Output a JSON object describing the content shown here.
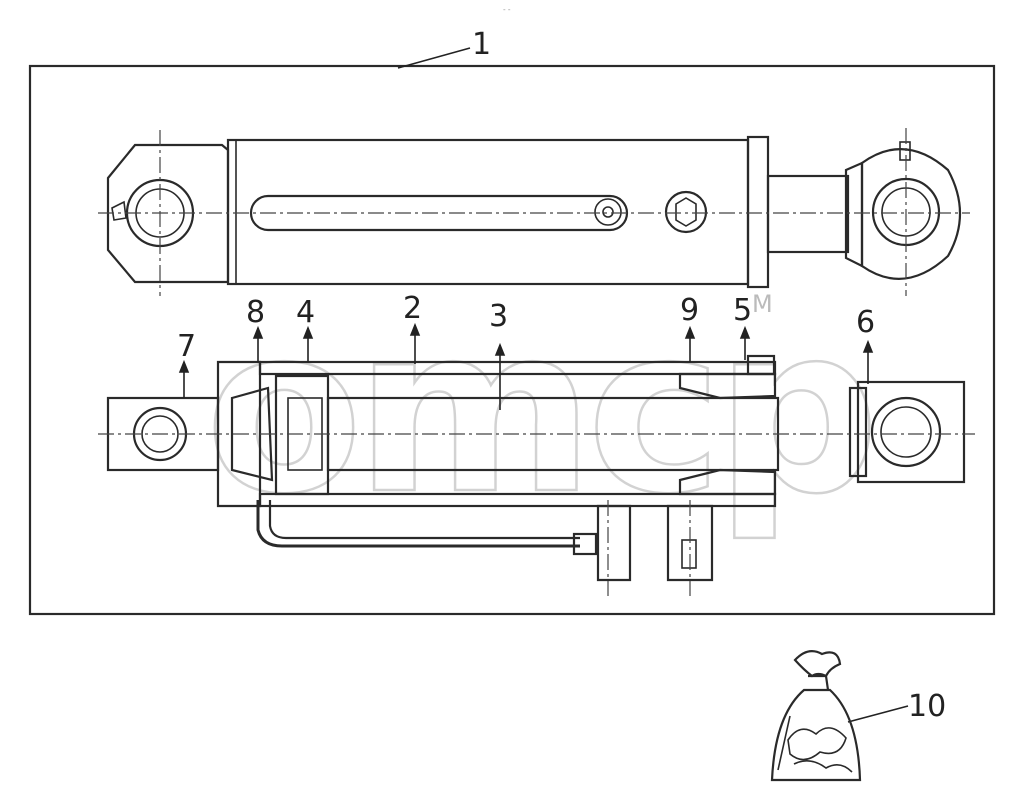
{
  "diagram": {
    "callouts": {
      "c1": "1",
      "c2": "2",
      "c3": "3",
      "c4": "4",
      "c5": "5",
      "c6": "6",
      "c7": "7",
      "c8": "8",
      "c9": "9",
      "c10": "10"
    },
    "watermark": "omcp",
    "watermark_mark": "M"
  }
}
